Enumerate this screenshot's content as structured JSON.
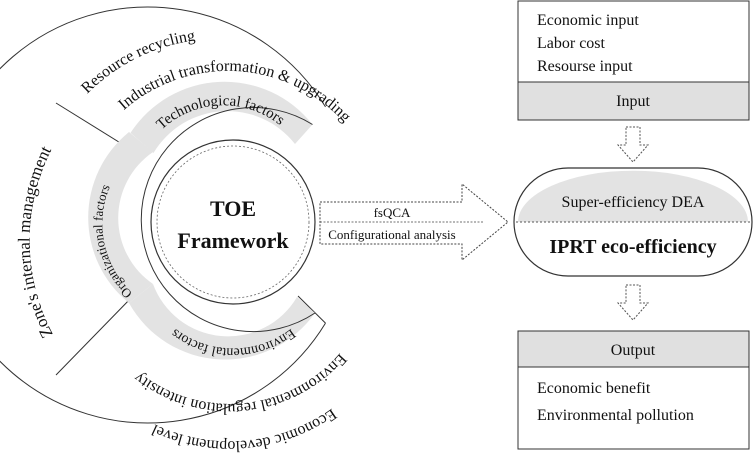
{
  "left_diagram": {
    "center_line1": "TOE",
    "center_line2": "Framework",
    "ring_technological": "Technological  factors",
    "ring_organizational": "Organizational  factors",
    "ring_environmental": "Environmental factors",
    "outer_resource_recycling": "Resource recycling",
    "outer_industrial": "Industrial transformation & upgrading",
    "outer_zone": "Zone's internal management",
    "outer_env_regulation": "Environmental regulation intensity",
    "outer_econ_dev": "Economic development level"
  },
  "arrow": {
    "line1": "fsQCA",
    "line2": "Configurational analysis"
  },
  "input_box": {
    "items": [
      "Economic input",
      "Labor cost",
      "Resourse input"
    ],
    "header": "Input"
  },
  "efficiency": {
    "top": "Super-efficiency DEA",
    "bottom": "IPRT eco-efficiency"
  },
  "output_box": {
    "header": "Output",
    "items": [
      "Economic benefit",
      "Environmental pollution"
    ]
  },
  "colors": {
    "stroke": "#333333",
    "band_fill": "#e3e3e3",
    "header_fill": "#e0e0e0"
  }
}
